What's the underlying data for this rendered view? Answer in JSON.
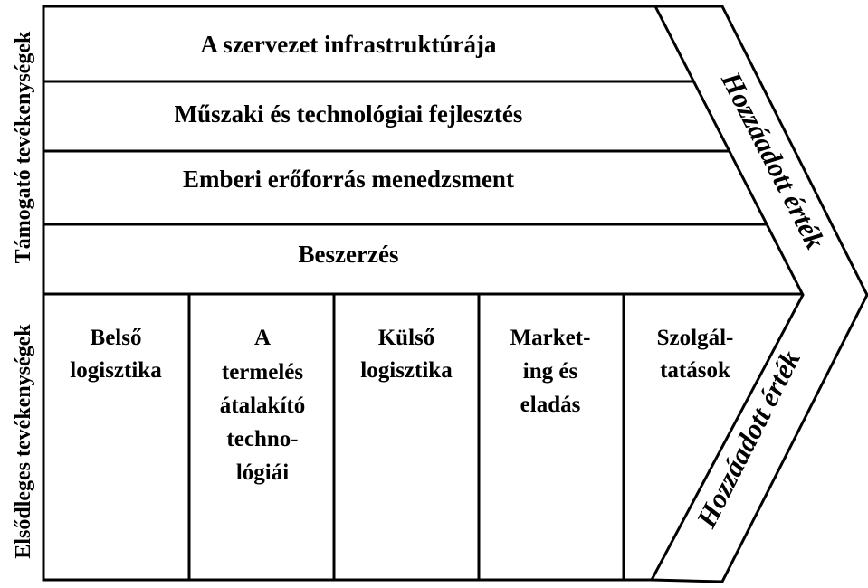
{
  "side_labels": {
    "support": "Támogató tevékenységek",
    "primary": "Elsődleges tevékenységek"
  },
  "support_activities": [
    "A szervezet infrastruktúrája",
    "Műszaki és technológiai fejlesztés",
    "Emberi erőforrás menedzsment",
    "Beszerzés"
  ],
  "primary_activities": [
    [
      "Belső",
      "logisztika"
    ],
    [
      "A",
      "termelés",
      "átalakító",
      "techno-",
      "lógiái"
    ],
    [
      "Külső",
      "logisztika"
    ],
    [
      "Market-",
      "ing és",
      "eladás"
    ],
    [
      "Szolgál-",
      "tatások"
    ]
  ],
  "margin_labels": {
    "upper": "Hozzáadott érték",
    "lower": "Hozzáadott érték"
  }
}
